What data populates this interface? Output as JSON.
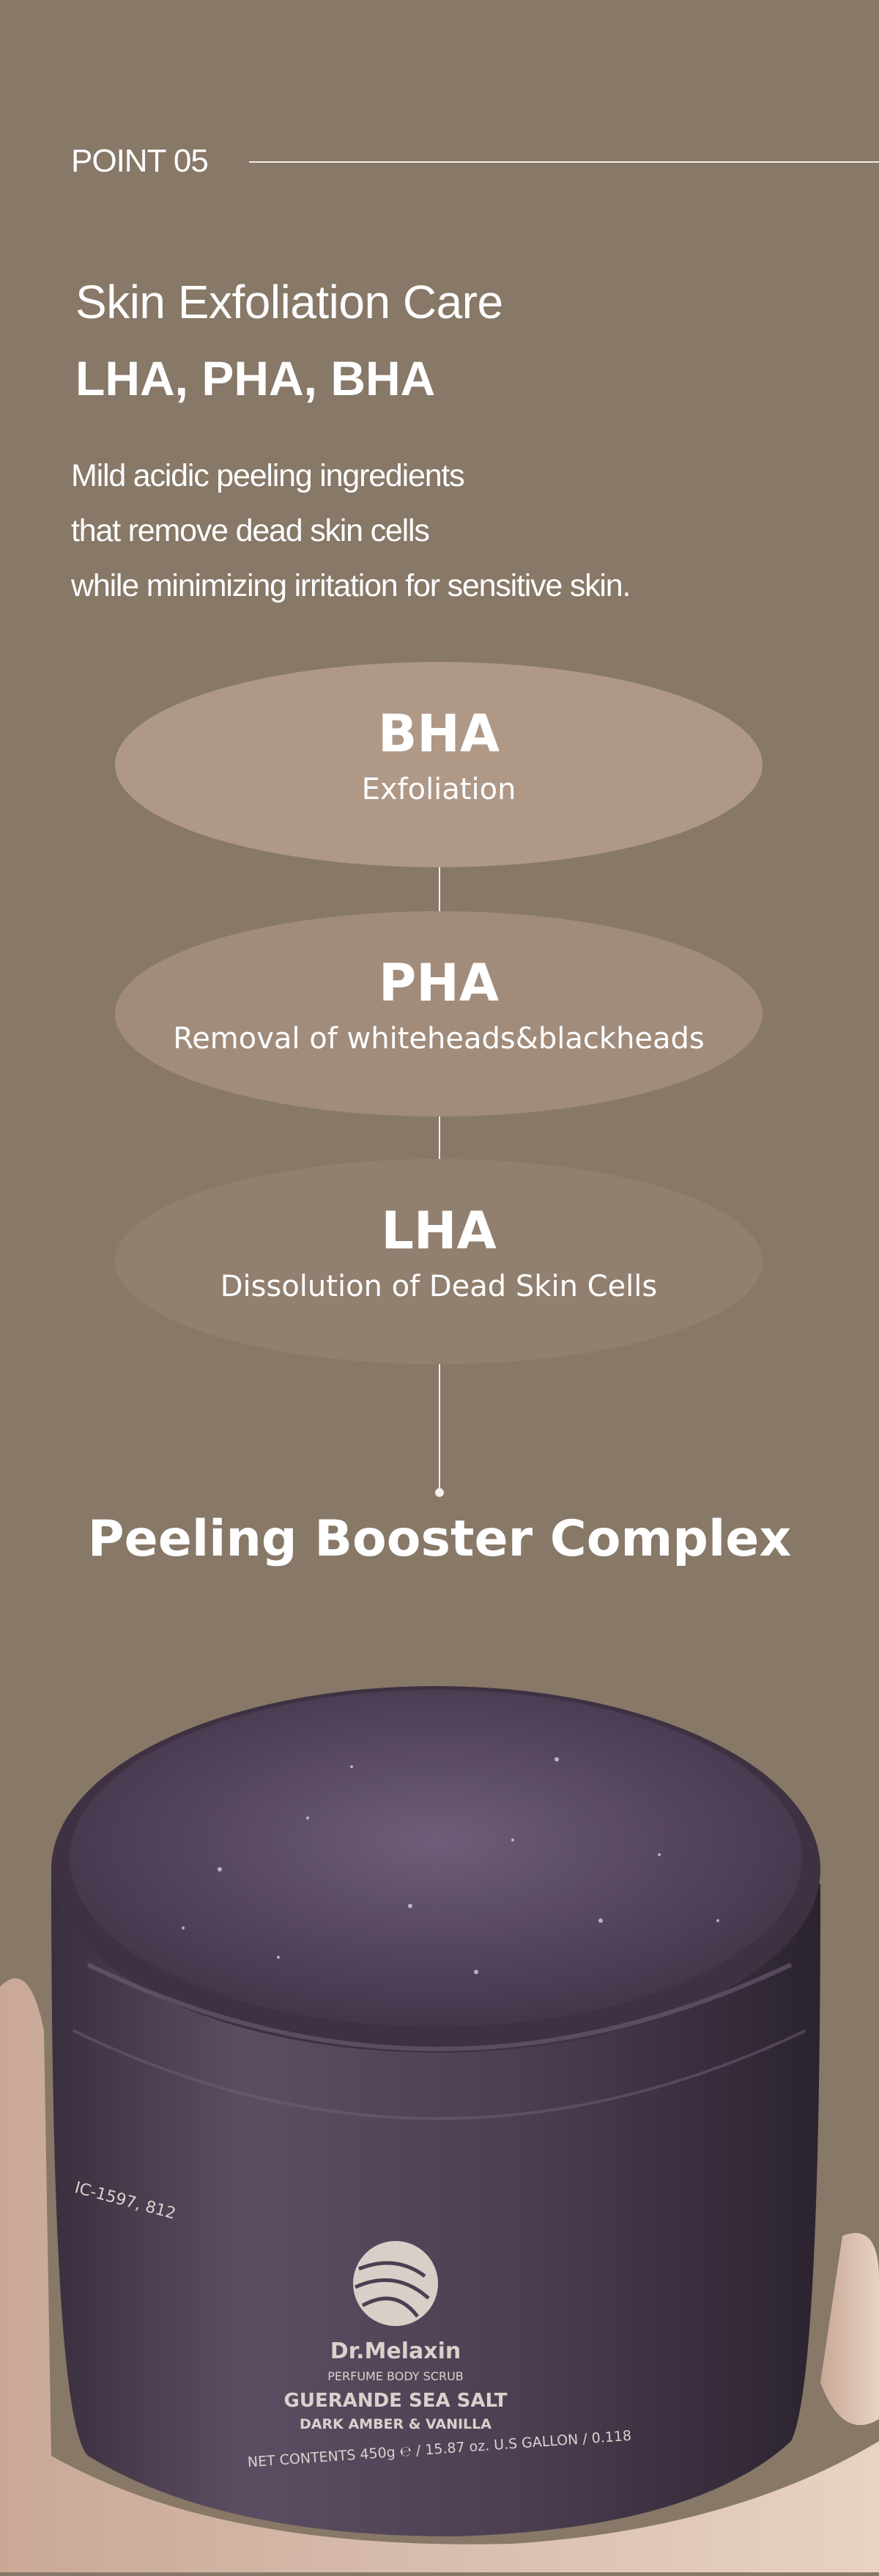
{
  "header": {
    "point_label": "POINT 05"
  },
  "intro": {
    "title": "Skin Exfoliation Care",
    "subtitle": "LHA, PHA, BHA",
    "description_lines": [
      "Mild acidic peeling ingredients",
      "that remove dead skin cells",
      "while minimizing irritation for sensitive skin."
    ]
  },
  "ingredients": [
    {
      "name": "BHA",
      "effect": "Exfoliation",
      "color": "#af9886"
    },
    {
      "name": "PHA",
      "effect": "Removal of whiteheads&blackheads",
      "color": "#a18c7b"
    },
    {
      "name": "LHA",
      "effect": "Dissolution of Dead Skin Cells",
      "color": "#918070"
    }
  ],
  "complex_title": "Peeling Booster Complex",
  "product": {
    "batch_code": "IC-1597, 812",
    "brand": "Dr.Melaxin",
    "category": "PERFUME BODY SCRUB",
    "name": "GUERANDE SEA SALT",
    "scent": "DARK AMBER & VANILLA",
    "net_contents": "NET CONTENTS 450g ℮ / 15.87 oz. U.S GALLON / 0.118"
  },
  "colors": {
    "background": "#877867",
    "jar": "#4a3d4e"
  }
}
